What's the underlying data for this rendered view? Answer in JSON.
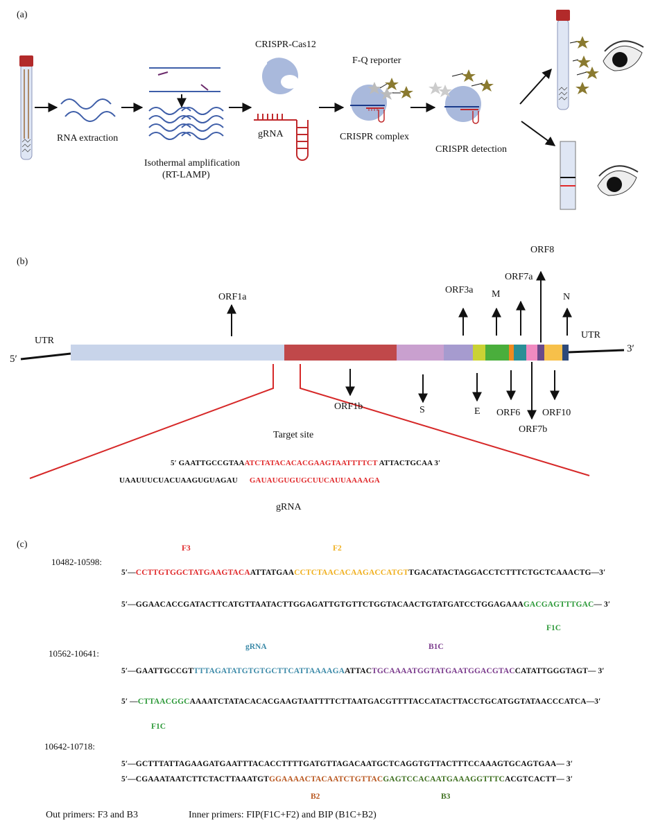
{
  "panel_a": {
    "label": "(a)",
    "rna_extraction": "RNA extraction",
    "isothermal_line1": "Isothermal amplification",
    "isothermal_line2": "(RT-LAMP)",
    "cas12": "CRISPR-Cas12",
    "grna": "gRNA",
    "fq_reporter": "F-Q reporter",
    "crispr_complex": "CRISPR complex",
    "crispr_detection": "CRISPR detection"
  },
  "panel_b": {
    "label": "(b)",
    "five_prime": "5′",
    "three_prime": "3′",
    "utr_left": "UTR",
    "utr_right": "UTR",
    "genes_up": [
      "ORF1a",
      "ORF3a",
      "M",
      "ORF7a",
      "ORF8",
      "N"
    ],
    "genes_down": [
      "ORF1b",
      "S",
      "E",
      "ORF6",
      "ORF7b",
      "ORF10"
    ],
    "target_site": "Target site",
    "target_seq": {
      "prefix": "5′ GAATTGCCGTAA",
      "highlight": "ATCTATACACACGAAGTAATTTTCT",
      "suffix": " ATTACTGCAA 3′"
    },
    "grna_seq": {
      "prefix": "UAAUUUCUACUAAGUGUAGAU",
      "highlight": "GAUAUGUGUGCUUCAUUAAAAGA"
    },
    "grna_label": "gRNA"
  },
  "panel_c": {
    "label": "(c)",
    "block1": {
      "range": "10482-10598:",
      "tag_f3": "F3",
      "tag_f2": "F2",
      "tag_f1c": "F1C",
      "line1": {
        "start": "5′—",
        "f3": "CCTTGTGGCTATGAAGTACA",
        "mid": "ATTATGAA",
        "f2": "CCTCTAACACAAGACCATGT",
        "end": "TGACATACTAGGACCTCTTTCTGCTCAAACTG—3′"
      },
      "line2": {
        "start": "5′—GGAACACCGATACTTCATGTTAATACTTGGAGATTGTGTTCTGGTACAACTGTATGATCCTGGAGAAA",
        "f1c": "GACGAGTTTGAC",
        "end": "— 3′"
      }
    },
    "block2": {
      "range": "10562-10641:",
      "tag_grna": "gRNA",
      "tag_b1c": "B1C",
      "tag_f1c": "F1C",
      "line1": {
        "start": "5′—GAATTGCCGT",
        "grna": "TTTAGATATGTGTGCTTCATTAAAAGA",
        "mid": "ATTAC",
        "b1c": "TGCAAAATGGTATGAATGGACGTAC",
        "end": "CATATTGGGTAGT— 3′"
      },
      "line2": {
        "start": "5′ —",
        "f1c": "CTTAACGGC",
        "end": "AAAATCTATACACACGAAGTAATTTTCTTAATGACGTTTTACCATACTTACCTGCATGGTATAACCCATCA—3′"
      }
    },
    "block3": {
      "range": "10642-10718:",
      "tag_b2": "B2",
      "tag_b3": "B3",
      "line1": {
        "text": "5′—GCTTTATTAGAAGATGAATTTACACCTTTTGATGTTAGACAATGCTCAGGTGTTACTTTCCAAAGTGCAGTGAA— 3′"
      },
      "line2": {
        "start": "5′—CGAAATAATCTTCTACTTAAATGT",
        "b2": "GGAAAACTACAATCTGTTAC",
        "b3": "GAGTCCACAATGAAAGGTTTC",
        "end": "ACGTCACTT— 3′"
      }
    },
    "footer_out": "Out primers: F3 and B3",
    "footer_inner": "Inner primers: FIP(F1C+F2) and BIP (B1C+B2)"
  },
  "colors": {
    "red": "#e0282a",
    "orange": "#f0b020",
    "green": "#2e9a3a",
    "teal": "#3c8aa8",
    "purple": "#7a3a8c",
    "brown": "#b8561e",
    "darkgreen": "#3e6f1f",
    "blue_line": "#3e5ea8",
    "light_blue": "#c8d4ea"
  }
}
